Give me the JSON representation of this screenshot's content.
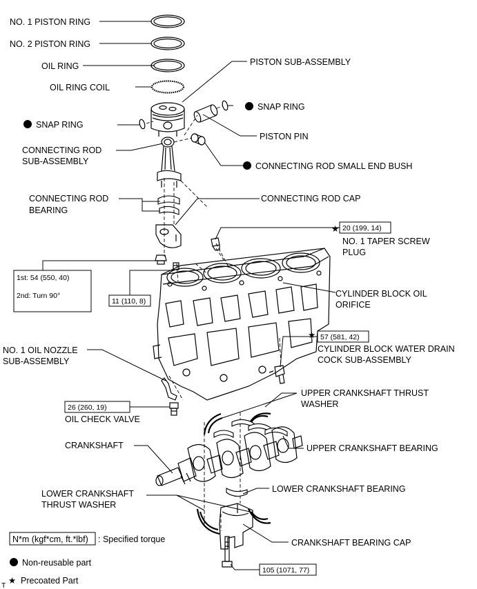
{
  "labels": {
    "no1_piston_ring": "NO. 1 PISTON RING",
    "no2_piston_ring": "NO. 2 PISTON RING",
    "oil_ring": "OIL RING",
    "oil_ring_coil": "OIL RING COIL",
    "piston_sub_assembly": "PISTON SUB-ASSEMBLY",
    "snap_ring_right": "SNAP RING",
    "snap_ring_left": "SNAP RING",
    "piston_pin": "PISTON PIN",
    "connecting_rod_line1": "CONNECTING ROD",
    "connecting_rod_line2": "SUB-ASSEMBLY",
    "small_end_bush": "CONNECTING ROD SMALL END BUSH",
    "rod_bearing_line1": "CONNECTING ROD",
    "rod_bearing_line2": "BEARING",
    "rod_cap": "CONNECTING ROD CAP",
    "taper_plug_line1": "NO. 1 TAPER SCREW",
    "taper_plug_line2": "PLUG",
    "oil_orifice_line1": "CYLINDER BLOCK OIL",
    "oil_orifice_line2": "ORIFICE",
    "drain_cock_line1": "CYLINDER BLOCK WATER DRAIN",
    "drain_cock_line2": "COCK SUB-ASSEMBLY",
    "oil_nozzle_line1": "NO. 1 OIL NOZZLE",
    "oil_nozzle_line2": "SUB-ASSEMBLY",
    "oil_check_valve": "OIL CHECK VALVE",
    "upper_thrust_line1": "UPPER CRANKSHAFT THRUST",
    "upper_thrust_line2": "WASHER",
    "crankshaft": "CRANKSHAFT",
    "upper_bearing": "UPPER CRANKSHAFT BEARING",
    "lower_thrust_line1": "LOWER CRANKSHAFT",
    "lower_thrust_line2": "THRUST WASHER",
    "lower_bearing": "LOWER CRANKSHAFT BEARING",
    "bearing_cap": "CRANKSHAFT BEARING CAP"
  },
  "torques": {
    "taper_plug": "20 (199, 14)",
    "drain_cock": "57 (581, 42)",
    "rod_nut_step1": "1st: 54 (550, 40)",
    "rod_nut_step2": "2nd: Turn 90°",
    "oil_orifice": "11 (110, 8)",
    "oil_check_valve": "26 (260, 19)",
    "bearing_cap_bolt": "105 (1071, 77)"
  },
  "legend": {
    "torque_sample": "N*m (kgf*cm, ft.*lbf)",
    "torque_desc": ": Specified torque",
    "non_reusable": "Non-reusable part",
    "precoated": "Precoated Part",
    "corner_mark": "T"
  },
  "symbols": {
    "non_reusable": "filled-circle",
    "precoated": "star"
  }
}
